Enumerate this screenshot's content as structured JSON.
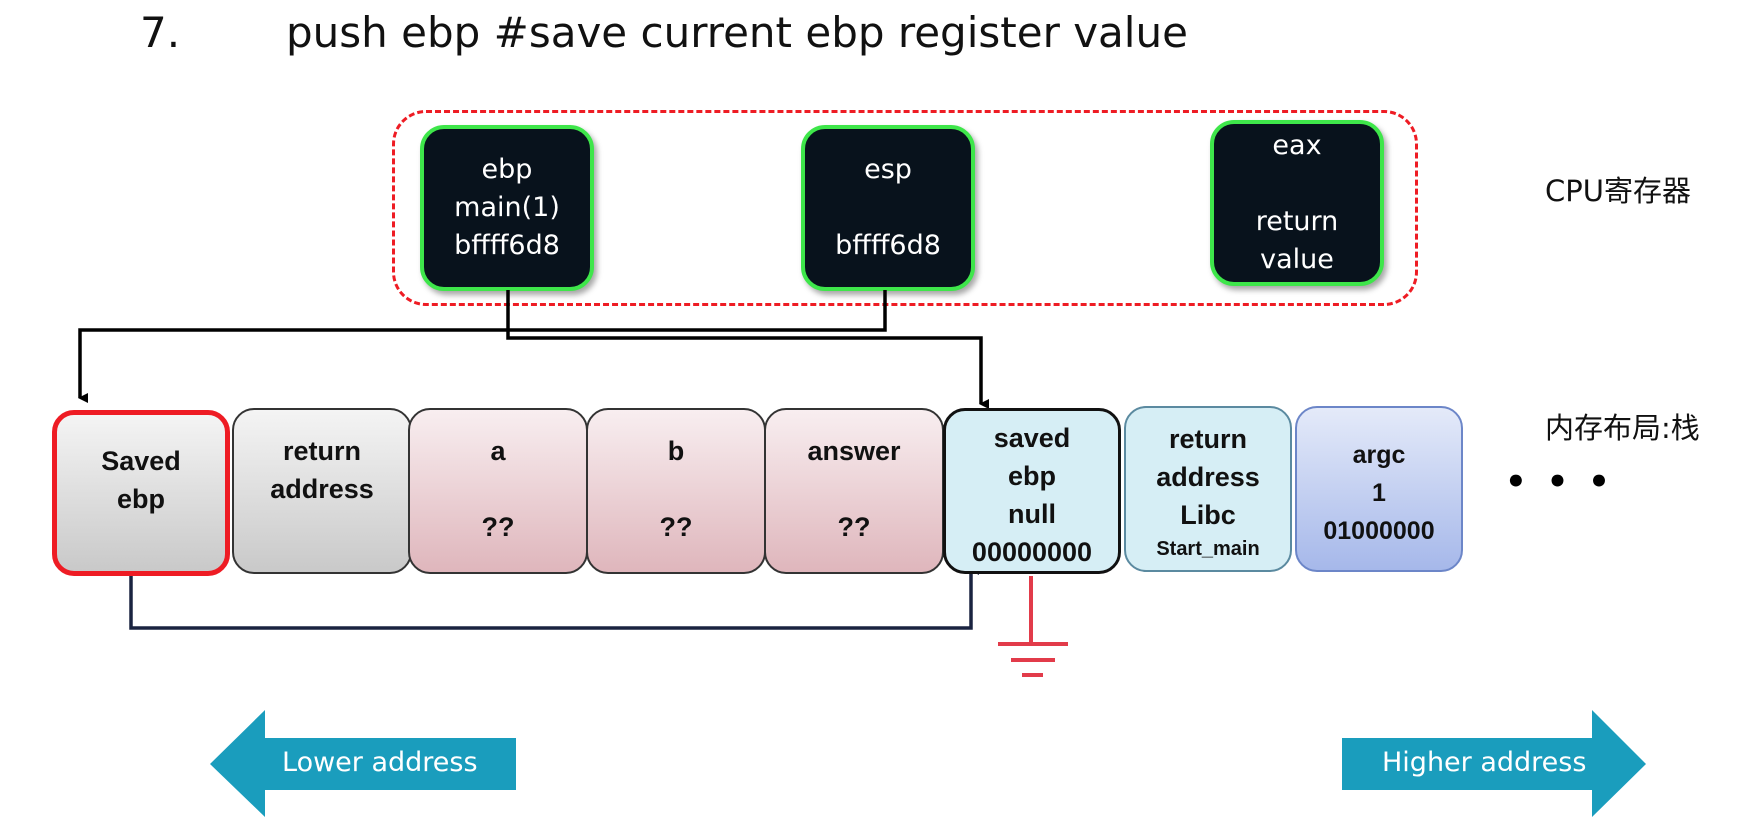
{
  "title": {
    "number": "7.",
    "text": "push ebp #save current ebp register value"
  },
  "registers": [
    {
      "lines": [
        "ebp",
        "main(1)",
        "bffff6d8"
      ]
    },
    {
      "lines": [
        "esp",
        "",
        "bffff6d8"
      ]
    },
    {
      "lines": [
        "eax",
        "",
        "return",
        "value"
      ]
    }
  ],
  "labels": {
    "cpu": "CPU寄存器",
    "memory": "内存布局:栈",
    "ellipsis": "• • •"
  },
  "stack": [
    {
      "lines": [
        "Saved",
        "ebp"
      ],
      "style": "gray",
      "highlight": true
    },
    {
      "lines": [
        "return",
        "address"
      ],
      "style": "gray"
    },
    {
      "lines": [
        "a",
        "",
        "??"
      ],
      "style": "pink"
    },
    {
      "lines": [
        "b",
        "",
        "??"
      ],
      "style": "pink"
    },
    {
      "lines": [
        "answer",
        "",
        "??"
      ],
      "style": "pink"
    },
    {
      "lines": [
        "saved",
        "ebp",
        "null",
        "00000000"
      ],
      "style": "cyan"
    },
    {
      "lines": [
        "return",
        "address",
        "Libc",
        "Start_main"
      ],
      "style": "cyan"
    },
    {
      "lines": [
        "argc",
        "1",
        "01000000"
      ],
      "style": "blue"
    }
  ],
  "directions": {
    "lower": "Lower address",
    "higher": "Higher address"
  },
  "colors": {
    "register_border": "#3ee64a",
    "register_fill": "#08121c",
    "group_border": "#ee1c24",
    "highlight_border": "#ee1c24",
    "ground": "#e23b4a",
    "direction_arrow": "#1a9dbd"
  }
}
